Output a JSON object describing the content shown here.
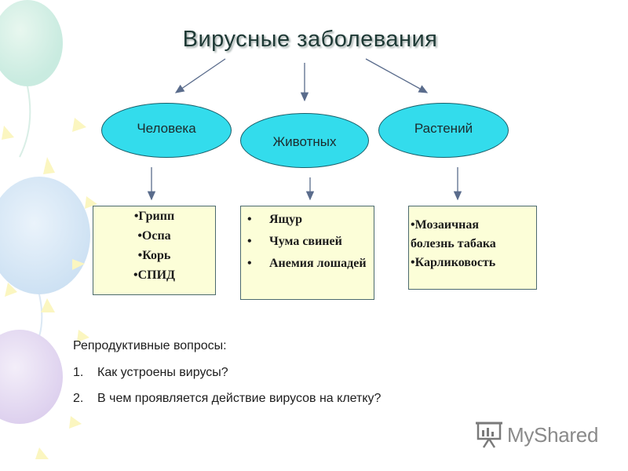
{
  "title": "Вирусные заболевания",
  "categories": [
    {
      "label": "Человека",
      "items": [
        "•Грипп",
        "•Оспа",
        "•Корь",
        "•СПИД"
      ]
    },
    {
      "label": "Животных",
      "items": [
        "Ящур",
        "Чума свиней",
        "Анемия лошадей"
      ],
      "bullet": "•"
    },
    {
      "label": "Растений",
      "items": [
        "•Мозаичная болезнь табака",
        "•Карликовость"
      ]
    }
  ],
  "questions": {
    "title": "Репродуктивные вопросы:",
    "items": [
      {
        "num": "1.",
        "text": "Как устроены вирусы?"
      },
      {
        "num": "2.",
        "text": "В чем проявляется действие вирусов на клетку?"
      }
    ]
  },
  "logo": {
    "text": "MyShared",
    "icon": "presentation-board-icon"
  },
  "colors": {
    "ellipse_fill": "#33dcec",
    "box_fill": "#fcfed8",
    "title_color": "#1f3a36"
  }
}
